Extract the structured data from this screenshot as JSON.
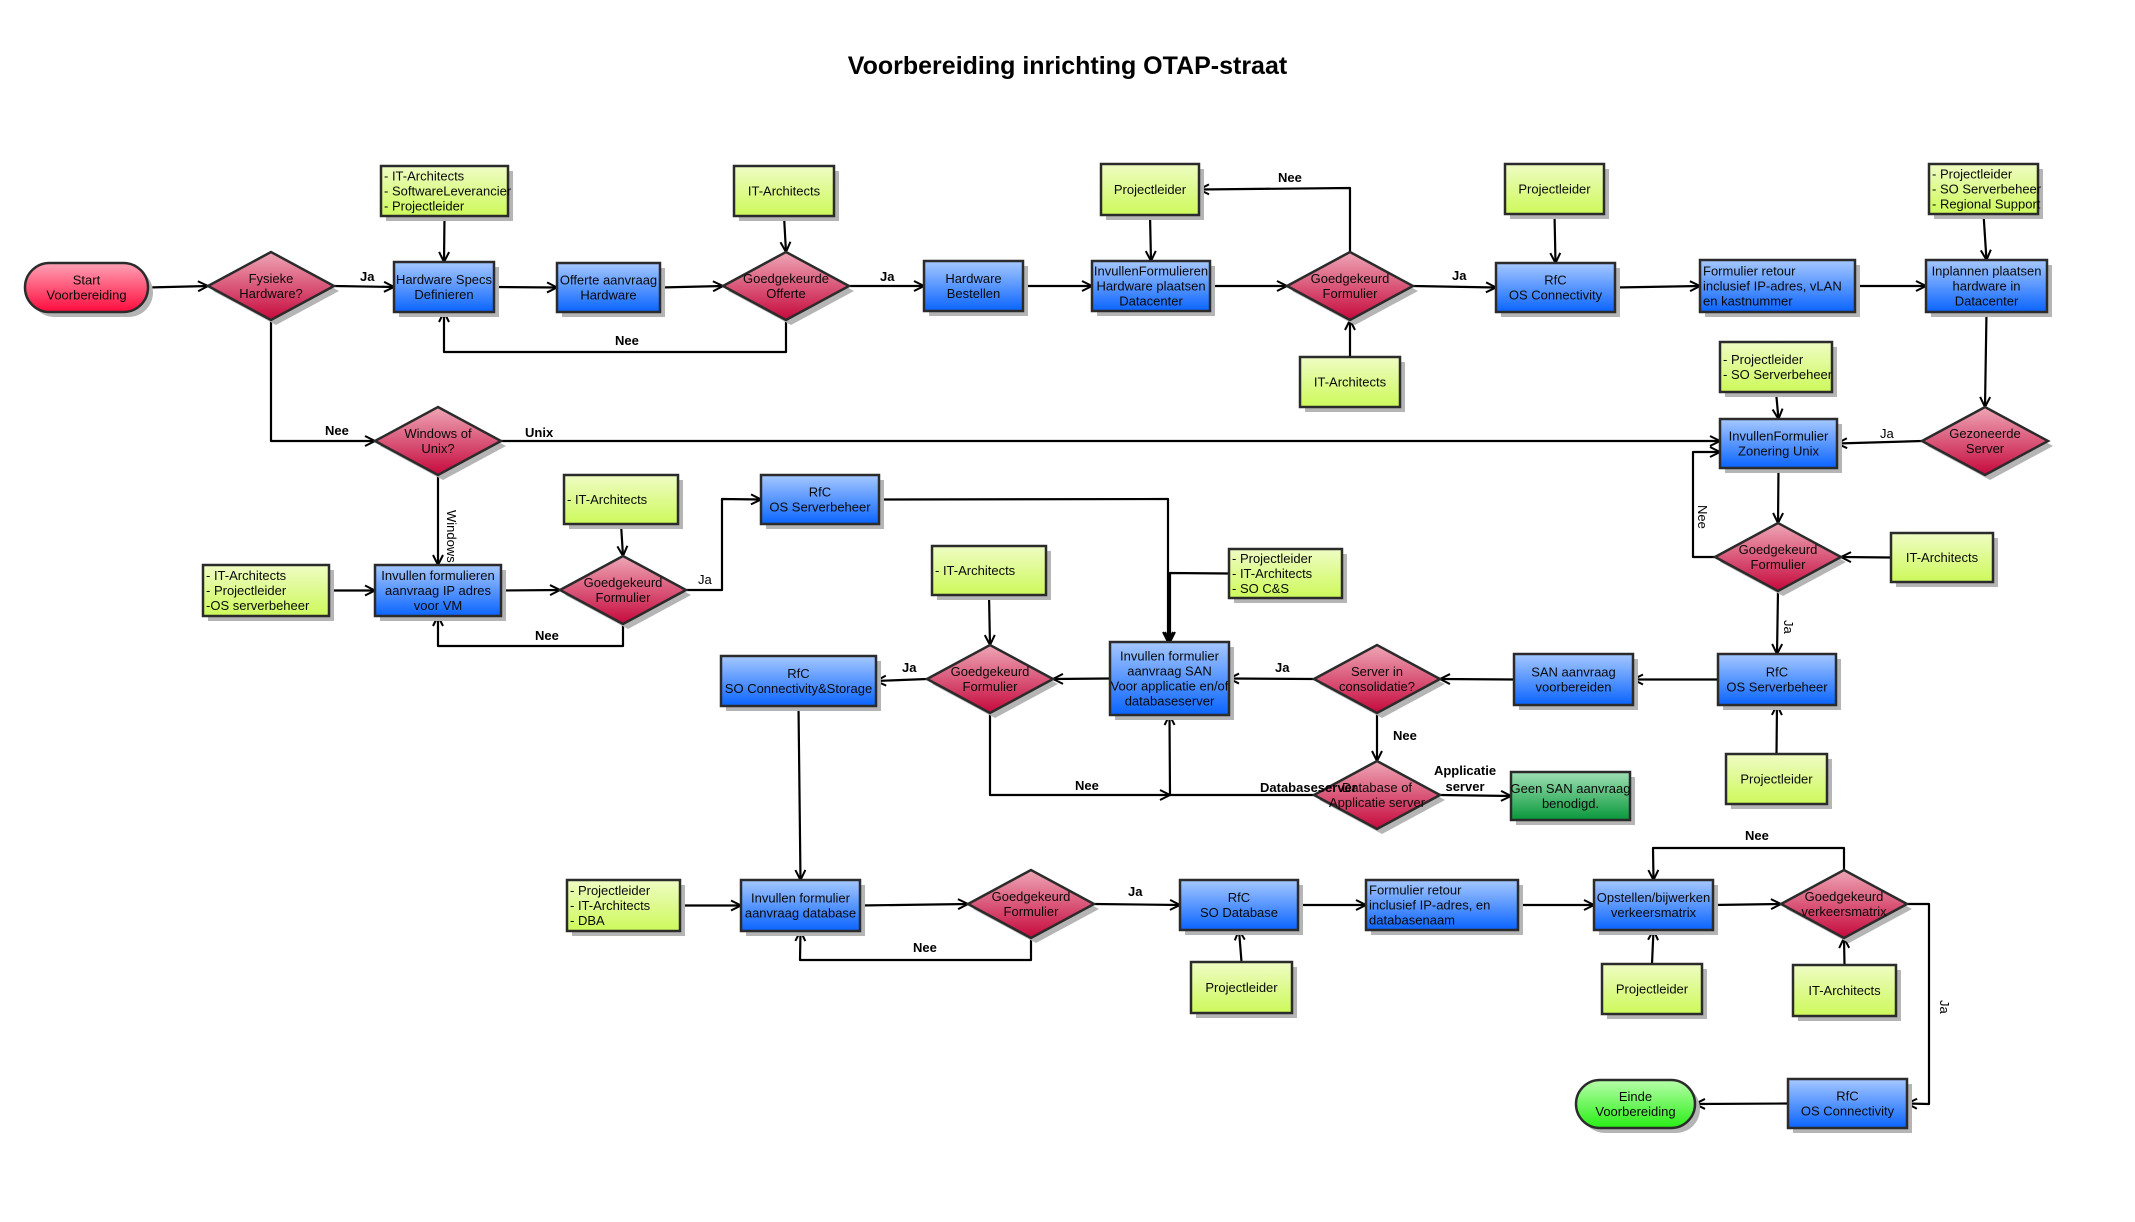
{
  "title": "Voorbereiding inrichting OTAP-straat",
  "colors": {
    "process": "#2f7bff",
    "role": "#d6f870",
    "decision": "#d63a5c",
    "start": "#ff2a55",
    "end": "#3ff033",
    "terminal_alt": "#1ea64a",
    "edge": "#000000"
  },
  "nodes": [
    {
      "id": "start",
      "type": "start",
      "lines": [
        "Start",
        "Voorbereiding"
      ]
    },
    {
      "id": "fysieke",
      "type": "decision",
      "lines": [
        "Fysieke",
        "Hardware?"
      ]
    },
    {
      "id": "hwspecs",
      "type": "process",
      "lines": [
        "Hardware Specs",
        "Definieren"
      ]
    },
    {
      "id": "role_hwspecs",
      "type": "role",
      "lines": [
        "- IT-Architects",
        "- SoftwareLeverancier",
        "- Projectleider"
      ]
    },
    {
      "id": "offerte",
      "type": "process",
      "lines": [
        "Offerte aanvraag",
        "Hardware"
      ]
    },
    {
      "id": "goedoff",
      "type": "decision",
      "lines": [
        "Goedgekeurde",
        "Offerte"
      ]
    },
    {
      "id": "role_goedoff",
      "type": "role",
      "lines": [
        "IT-Architects"
      ]
    },
    {
      "id": "hwbest",
      "type": "process",
      "lines": [
        "Hardware",
        "Bestellen"
      ]
    },
    {
      "id": "invhw",
      "type": "process",
      "lines": [
        "InvullenFormulieren",
        "Hardware plaatsen",
        "Datacenter"
      ]
    },
    {
      "id": "role_invhw",
      "type": "role",
      "lines": [
        "Projectleider"
      ]
    },
    {
      "id": "goedform1",
      "type": "decision",
      "lines": [
        "Goedgekeurd",
        "Formulier"
      ]
    },
    {
      "id": "role_goedform1",
      "type": "role",
      "lines": [
        "IT-Architects"
      ]
    },
    {
      "id": "rfcosconn1",
      "type": "process",
      "lines": [
        "RfC",
        "OS Connectivity"
      ]
    },
    {
      "id": "role_rfcosconn1",
      "type": "role",
      "lines": [
        "Projectleider"
      ]
    },
    {
      "id": "formretour1",
      "type": "process",
      "lines": [
        "Formulier retour",
        "inclusief IP-adres, vLAN",
        "en kastnummer"
      ]
    },
    {
      "id": "inplannen",
      "type": "process",
      "lines": [
        "Inplannen plaatsen",
        "hardware in",
        "Datacenter"
      ]
    },
    {
      "id": "role_inplannen",
      "type": "role",
      "lines": [
        "- Projectleider",
        "- SO Serverbeheer",
        "- Regional Support"
      ]
    },
    {
      "id": "gezoneerd",
      "type": "decision",
      "lines": [
        "Gezoneerde",
        "Server"
      ]
    },
    {
      "id": "zonering",
      "type": "process",
      "lines": [
        "InvullenFormulier",
        "Zonering Unix"
      ]
    },
    {
      "id": "role_zonering",
      "type": "role",
      "lines": [
        "- Projectleider",
        "- SO Serverbeheer"
      ]
    },
    {
      "id": "goedform2",
      "type": "decision",
      "lines": [
        "Goedgekeurd",
        "Formulier"
      ]
    },
    {
      "id": "role_goedform2",
      "type": "role",
      "lines": [
        "IT-Architects"
      ]
    },
    {
      "id": "rfcossrv2",
      "type": "process",
      "lines": [
        "RfC",
        "OS Serverbeheer"
      ]
    },
    {
      "id": "role_rfcossrv2",
      "type": "role",
      "lines": [
        "Projectleider"
      ]
    },
    {
      "id": "sanprep",
      "type": "process",
      "lines": [
        "SAN aanvraag",
        "voorbereiden"
      ]
    },
    {
      "id": "consol",
      "type": "decision",
      "lines": [
        "Server in",
        "consolidatie?"
      ]
    },
    {
      "id": "dbapp",
      "type": "decision",
      "lines": [
        "Database of",
        "Applicatie server"
      ]
    },
    {
      "id": "geensan",
      "type": "terminal_alt",
      "lines": [
        "Geen SAN aanvraag",
        "benodigd."
      ]
    },
    {
      "id": "invsan",
      "type": "process",
      "lines": [
        "Invullen formulier",
        "aanvraag SAN",
        "Voor applicatie en/of",
        "databaseserver"
      ]
    },
    {
      "id": "role_invsan",
      "type": "role",
      "lines": [
        "- Projectleider",
        "- IT-Architects",
        "- SO C&S"
      ]
    },
    {
      "id": "goedform3",
      "type": "decision",
      "lines": [
        "Goedgekeurd",
        "Formulier"
      ]
    },
    {
      "id": "role_goedform3",
      "type": "role",
      "lines": [
        "- IT-Architects"
      ]
    },
    {
      "id": "rfcsoconnstor",
      "type": "process",
      "lines": [
        "RfC",
        "SO Connectivity&Storage"
      ]
    },
    {
      "id": "winunix",
      "type": "decision",
      "lines": [
        "Windows of",
        "Unix?"
      ]
    },
    {
      "id": "invip",
      "type": "process",
      "lines": [
        "Invullen formulieren",
        "aanvraag IP adres",
        "voor VM"
      ]
    },
    {
      "id": "role_invip",
      "type": "role",
      "lines": [
        "- IT-Architects",
        "- Projectleider",
        "-OS serverbeheer"
      ]
    },
    {
      "id": "goedform4",
      "type": "decision",
      "lines": [
        "Goedgekeurd",
        "Formulier"
      ]
    },
    {
      "id": "role_goedform4",
      "type": "role",
      "lines": [
        "- IT-Architects"
      ]
    },
    {
      "id": "rfcossrv1",
      "type": "process",
      "lines": [
        "RfC",
        "OS Serverbeheer"
      ]
    },
    {
      "id": "invdb",
      "type": "process",
      "lines": [
        "Invullen formulier",
        "aanvraag database"
      ]
    },
    {
      "id": "role_invdb",
      "type": "role",
      "lines": [
        "- Projectleider",
        "- IT-Architects",
        "- DBA"
      ]
    },
    {
      "id": "goedform5",
      "type": "decision",
      "lines": [
        "Goedgekeurd",
        "Formulier"
      ]
    },
    {
      "id": "rfcsodb",
      "type": "process",
      "lines": [
        "RfC",
        "SO Database"
      ]
    },
    {
      "id": "role_rfcsodb",
      "type": "role",
      "lines": [
        "Projectleider"
      ]
    },
    {
      "id": "formretour2",
      "type": "process",
      "lines": [
        "Formulier retour",
        "inclusief IP-adres, en",
        "databasenaam"
      ]
    },
    {
      "id": "opstellen",
      "type": "process",
      "lines": [
        "Opstellen/bijwerken",
        "verkeersmatrix"
      ]
    },
    {
      "id": "role_opstellen",
      "type": "role",
      "lines": [
        "Projectleider"
      ]
    },
    {
      "id": "goedvm",
      "type": "decision",
      "lines": [
        "Goedgekeurd",
        "verkeersmatrix"
      ]
    },
    {
      "id": "role_goedvm",
      "type": "role",
      "lines": [
        "IT-Architects"
      ]
    },
    {
      "id": "rfcosconn2",
      "type": "process",
      "lines": [
        "RfC",
        "OS Connectivity"
      ]
    },
    {
      "id": "end",
      "type": "end",
      "lines": [
        "Einde",
        "Voorbereiding"
      ]
    }
  ],
  "edges": [
    {
      "from": "start",
      "to": "fysieke",
      "label": ""
    },
    {
      "from": "fysieke",
      "to": "hwspecs",
      "label": "Ja"
    },
    {
      "from": "fysieke",
      "to": "winunix",
      "label": "Nee"
    },
    {
      "from": "role_hwspecs",
      "to": "hwspecs",
      "label": ""
    },
    {
      "from": "hwspecs",
      "to": "offerte",
      "label": ""
    },
    {
      "from": "offerte",
      "to": "goedoff",
      "label": ""
    },
    {
      "from": "role_goedoff",
      "to": "goedoff",
      "label": ""
    },
    {
      "from": "goedoff",
      "to": "hwbest",
      "label": "Ja"
    },
    {
      "from": "goedoff",
      "to": "hwspecs",
      "label": "Nee"
    },
    {
      "from": "hwbest",
      "to": "invhw",
      "label": ""
    },
    {
      "from": "role_invhw",
      "to": "invhw",
      "label": ""
    },
    {
      "from": "invhw",
      "to": "goedform1",
      "label": ""
    },
    {
      "from": "goedform1",
      "to": "role_invhw",
      "label": "Nee"
    },
    {
      "from": "role_goedform1",
      "to": "goedform1",
      "label": ""
    },
    {
      "from": "goedform1",
      "to": "rfcosconn1",
      "label": "Ja"
    },
    {
      "from": "role_rfcosconn1",
      "to": "rfcosconn1",
      "label": ""
    },
    {
      "from": "rfcosconn1",
      "to": "formretour1",
      "label": ""
    },
    {
      "from": "formretour1",
      "to": "inplannen",
      "label": ""
    },
    {
      "from": "role_inplannen",
      "to": "inplannen",
      "label": ""
    },
    {
      "from": "inplannen",
      "to": "gezoneerd",
      "label": ""
    },
    {
      "from": "gezoneerd",
      "to": "zonering",
      "label": "Ja"
    },
    {
      "from": "winunix",
      "to": "zonering",
      "label": "Unix"
    },
    {
      "from": "winunix",
      "to": "invip",
      "label": "Windows"
    },
    {
      "from": "role_zonering",
      "to": "zonering",
      "label": ""
    },
    {
      "from": "zonering",
      "to": "goedform2",
      "label": ""
    },
    {
      "from": "goedform2",
      "to": "zonering",
      "label": "Nee"
    },
    {
      "from": "role_goedform2",
      "to": "goedform2",
      "label": ""
    },
    {
      "from": "goedform2",
      "to": "rfcossrv2",
      "label": "Ja"
    },
    {
      "from": "role_rfcossrv2",
      "to": "rfcossrv2",
      "label": ""
    },
    {
      "from": "rfcossrv2",
      "to": "sanprep",
      "label": ""
    },
    {
      "from": "sanprep",
      "to": "consol",
      "label": ""
    },
    {
      "from": "consol",
      "to": "invsan",
      "label": "Ja"
    },
    {
      "from": "consol",
      "to": "dbapp",
      "label": "Nee"
    },
    {
      "from": "dbapp",
      "to": "geensan",
      "label": "Applicatie server"
    },
    {
      "from": "dbapp",
      "to": "invsan",
      "label": "Databaseserver"
    },
    {
      "from": "role_invsan",
      "to": "invsan",
      "label": ""
    },
    {
      "from": "rfcossrv1",
      "to": "invsan",
      "label": ""
    },
    {
      "from": "invsan",
      "to": "goedform3",
      "label": ""
    },
    {
      "from": "role_goedform3",
      "to": "goedform3",
      "label": ""
    },
    {
      "from": "goedform3",
      "to": "rfcsoconnstor",
      "label": "Ja"
    },
    {
      "from": "goedform3",
      "to": "invsan",
      "label": "Nee"
    },
    {
      "from": "role_invip",
      "to": "invip",
      "label": ""
    },
    {
      "from": "invip",
      "to": "goedform4",
      "label": ""
    },
    {
      "from": "role_goedform4",
      "to": "goedform4",
      "label": ""
    },
    {
      "from": "goedform4",
      "to": "rfcossrv1",
      "label": "Ja"
    },
    {
      "from": "goedform4",
      "to": "invip",
      "label": "Nee"
    },
    {
      "from": "rfcsoconnstor",
      "to": "invdb",
      "label": ""
    },
    {
      "from": "role_invdb",
      "to": "invdb",
      "label": ""
    },
    {
      "from": "invdb",
      "to": "goedform5",
      "label": ""
    },
    {
      "from": "goedform5",
      "to": "rfcsodb",
      "label": "Ja"
    },
    {
      "from": "goedform5",
      "to": "invdb",
      "label": "Nee"
    },
    {
      "from": "role_rfcsodb",
      "to": "rfcsodb",
      "label": ""
    },
    {
      "from": "rfcsodb",
      "to": "formretour2",
      "label": ""
    },
    {
      "from": "formretour2",
      "to": "opstellen",
      "label": ""
    },
    {
      "from": "role_opstellen",
      "to": "opstellen",
      "label": ""
    },
    {
      "from": "opstellen",
      "to": "goedvm",
      "label": ""
    },
    {
      "from": "goedvm",
      "to": "opstellen",
      "label": "Nee"
    },
    {
      "from": "role_goedvm",
      "to": "goedvm",
      "label": ""
    },
    {
      "from": "goedvm",
      "to": "rfcosconn2",
      "label": "Ja"
    },
    {
      "from": "rfcosconn2",
      "to": "end",
      "label": ""
    }
  ]
}
